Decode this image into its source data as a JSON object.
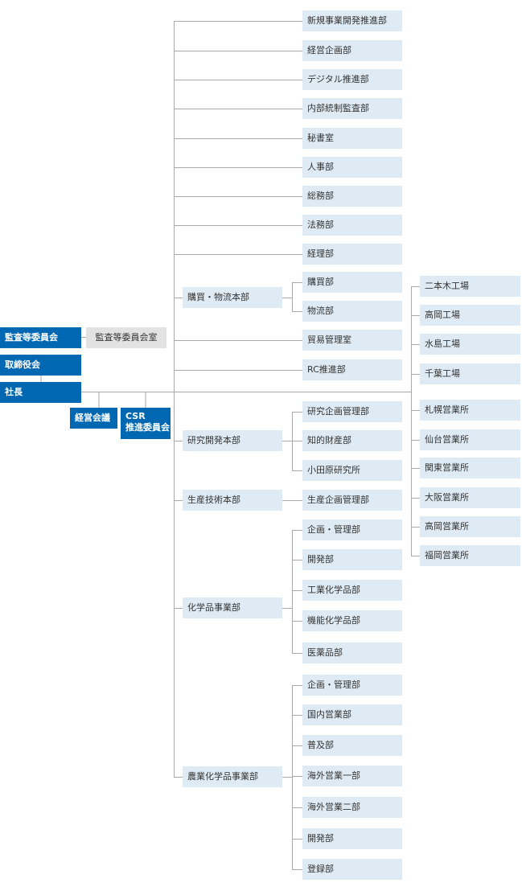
{
  "colors": {
    "primary_box": "#0068b3",
    "department_box": "#dfebf4",
    "office_box": "#e2e2e2",
    "connector": "#a8a8a8"
  },
  "governance": {
    "audit_committee": "監査等委員会",
    "audit_committee_office": "監査等委員会室",
    "board": "取締役会",
    "president": "社長",
    "management_meeting": "経営会議",
    "csr_line1": "CSR",
    "csr_line2": "推進委員会"
  },
  "departments": [
    "新規事業開発推進部",
    "経営企画部",
    "デジタル推進部",
    "内部統制監査部",
    "秘書室",
    "人事部",
    "総務部",
    "法務部",
    "経理部"
  ],
  "divisions": [
    {
      "name": "購買・物流本部",
      "units": [
        "購買部",
        "物流部"
      ]
    },
    {
      "name": "貿易管理室",
      "units": []
    },
    {
      "name": "RC推進部",
      "units": []
    },
    {
      "name": "研究開発本部",
      "units": [
        "研究企画管理部",
        "知的財産部",
        "小田原研究所"
      ]
    },
    {
      "name": "生産技術本部",
      "units": [
        "生産企画管理部"
      ]
    },
    {
      "name": "化学品事業部",
      "units": [
        "企画・管理部",
        "開発部",
        "工業化学品部",
        "機能化学品部",
        "医薬品部"
      ]
    },
    {
      "name": "農業化学品事業部",
      "units": [
        "企画・管理部",
        "国内営業部",
        "普及部",
        "海外営業一部",
        "海外営業二部",
        "開発部",
        "登録部"
      ]
    }
  ],
  "sites": [
    "二本木工場",
    "高岡工場",
    "水島工場",
    "千葉工場",
    "札幌営業所",
    "仙台営業所",
    "関東営業所",
    "大阪営業所",
    "高岡営業所",
    "福岡営業所"
  ]
}
